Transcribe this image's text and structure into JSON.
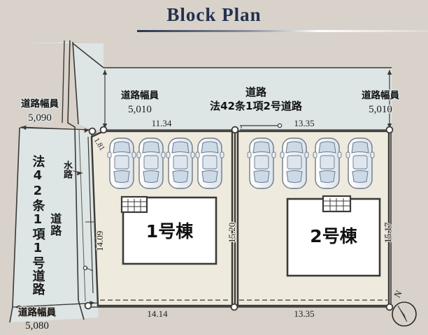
{
  "title": "Block Plan",
  "plan": {
    "buildings": [
      {
        "id": "b1",
        "label": "1号棟"
      },
      {
        "id": "b2",
        "label": "2号棟"
      }
    ],
    "roads": {
      "top": {
        "name_line1": "道路",
        "name_line2": "法42条1項2号道路",
        "width_left_label": "道路幅員",
        "width_left_value": "5,010",
        "width_right_label": "道路幅員",
        "width_right_value": "5,010"
      },
      "left_upper": {
        "width_label": "道路幅員",
        "width_value": "5,090"
      },
      "left_lower": {
        "width_label": "道路幅員",
        "width_value": "5,080"
      },
      "left_name_chars": "法42条1項1号道路",
      "left_name_sub": "道路",
      "waterway_label": "水路"
    },
    "dimensions": {
      "top_left": "11.34",
      "top_right": "13.35",
      "bottom_left": "14.14",
      "bottom_right": "13.35",
      "left_side": "14.09",
      "corner_diagonal": "1.81",
      "center_divider": "15.20",
      "right_side": "15.17"
    },
    "compass": {
      "north_label": "N"
    },
    "parking": {
      "lot1_cars": 4,
      "lot2_cars": 4
    },
    "colors": {
      "page_background": "#d8d2ca",
      "road_fill": "#dde5e5",
      "lot_fill": "#efeade",
      "building_fill": "#ffffff",
      "car_body": "#e9eef4",
      "car_glass": "#ccd9e6",
      "outline": "#3b3a36",
      "title_color": "#24314f"
    }
  }
}
